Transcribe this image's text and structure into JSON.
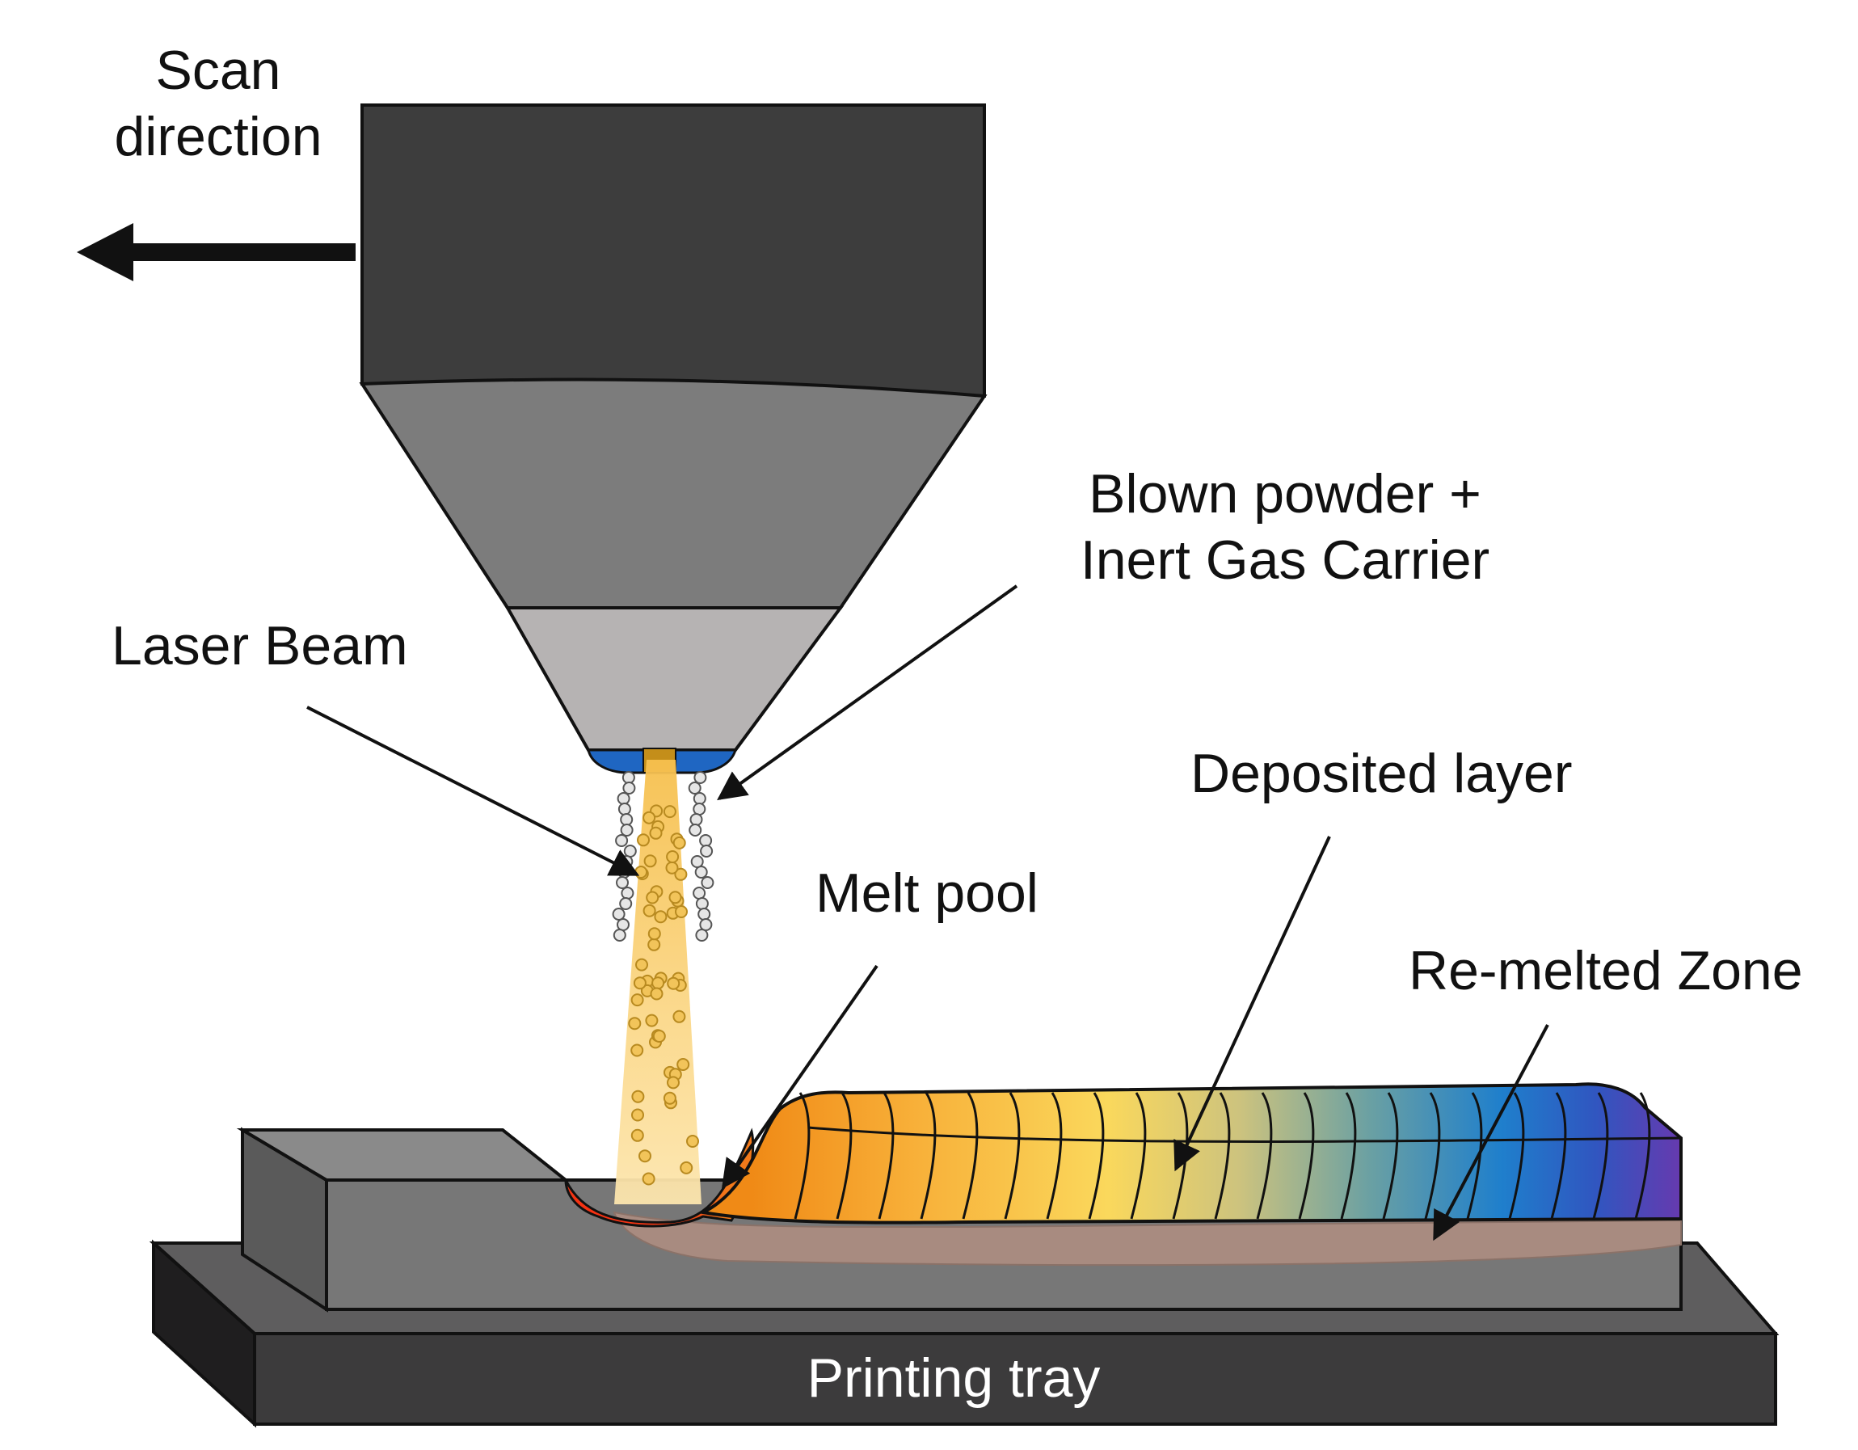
{
  "labels": {
    "scan_line1": "Scan",
    "scan_line2": "direction",
    "powder_line1": "Blown powder +",
    "powder_line2": "Inert Gas Carrier",
    "laser_beam": "Laser Beam",
    "deposited_layer": "Deposited layer",
    "melt_pool": "Melt pool",
    "remelted_zone": "Re-melted Zone",
    "printing_tray": "Printing tray"
  },
  "colors": {
    "head_top": "#3d3d3d",
    "cone_upper": "#7c7c7c",
    "cone_lower": "#b6b3b3",
    "nozzle_ring": "#1f66c2",
    "beam": "#f7c55a",
    "tray": "#3c3b3c",
    "substrate": "#767676",
    "remelted": "#a88b80",
    "melt_pool": "#e8231c"
  },
  "deposit_gradient": [
    "#f4951d",
    "#f8b43a",
    "#f9d55a",
    "#d8c878",
    "#7aa6a0",
    "#2e86c8",
    "#2f5fc0",
    "#6a3aaf"
  ]
}
